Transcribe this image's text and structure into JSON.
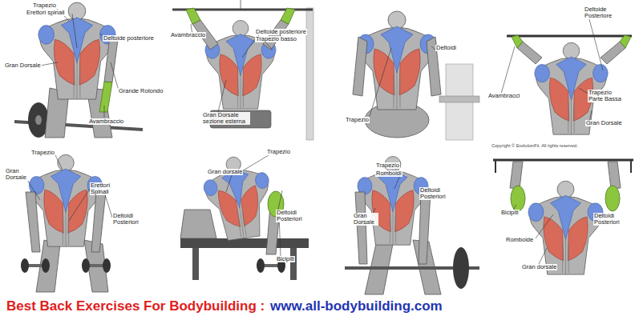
{
  "diagram": {
    "caption": "Best Back Exercises For Bodybuilding :",
    "labels": [
      "Trapezio",
      "Erettori spinali",
      "Deltoide posteriore",
      "Gran Dorsale",
      "Grande Rotondo",
      "Avambraccio",
      "Avambraccio",
      "Deltoide posteriore",
      "Trapezio basso",
      "Gran Dorsale sezione esterna",
      "Trapezio",
      "Deltoidi",
      "Deltoide Posteriore",
      "Avambracci",
      "Trapezio Parte Bassa",
      "Gran Dorsale",
      "Copyright © EvolutionFit. All rights reserved.",
      "Trapezio",
      "Gran Dorsale",
      "Erettori Spinali",
      "Deltoidi Posteriori",
      "Trapezio",
      "Gran dorsale",
      "Deltoidi Posteriori",
      "Bicipiti",
      "Trapezio",
      "Romboidi",
      "Gran Dorsale",
      "Deltoidi Posteriori",
      "Bicipiti",
      "Romboide",
      "Gran dorsale",
      "Deltoidi Posteriori",
      "www.all-bodybuilding.com"
    ]
  }
}
